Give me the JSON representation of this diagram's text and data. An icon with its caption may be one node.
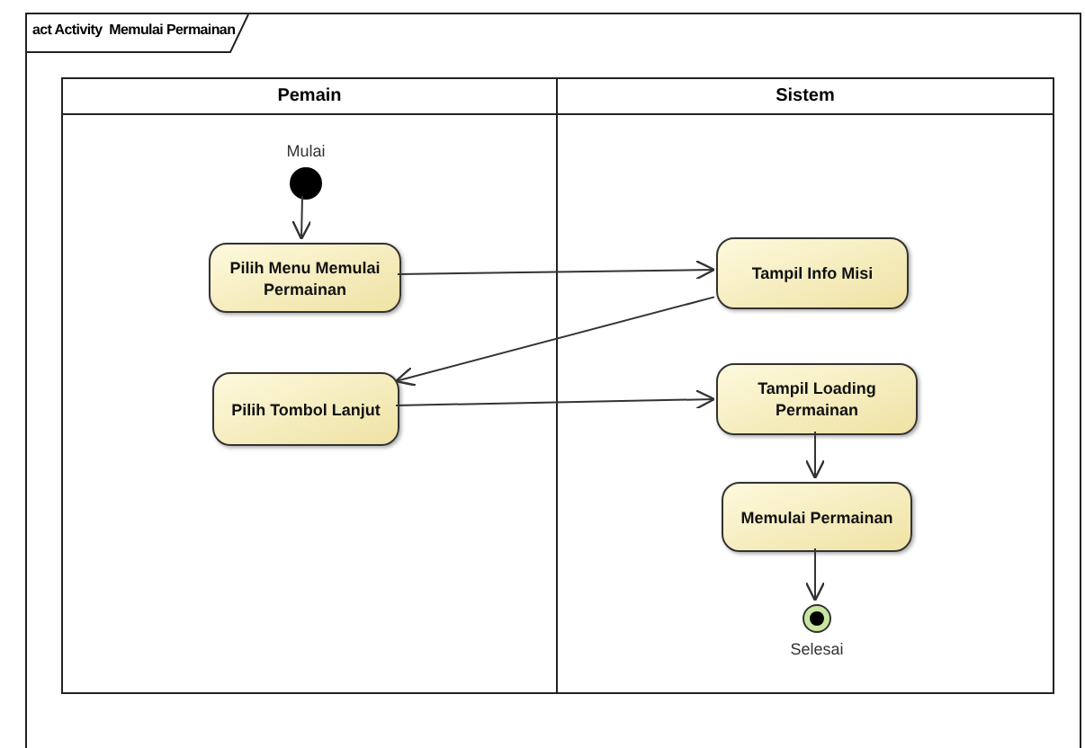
{
  "diagram": {
    "nodes": [
      {
        "text": [
          "act Activity  Memulai Permainan"
        ]
      },
      {
        "text": [
          "Pemain"
        ],
        "in": 0
      },
      {
        "text": [
          "Sistem"
        ],
        "in": 0
      },
      {
        "text": [],
        "shape": "circle",
        "in": 1,
        "beside": [
          "Mulai"
        ]
      },
      {
        "text": [
          "Pilih Menu Memulai Permainan"
        ],
        "in": 1
      },
      {
        "text": [
          "Pilih Tombol Lanjut"
        ],
        "in": 1
      },
      {
        "text": [
          "Tampil Info Misi"
        ],
        "in": 2
      },
      {
        "text": [
          "Tampil Loading Permainan"
        ],
        "in": 2
      },
      {
        "text": [
          "Memulai Permainan"
        ],
        "in": 2
      },
      {
        "text": [],
        "shape": "circle",
        "in": 2,
        "beside": [
          "Selesai"
        ]
      }
    ],
    "edges": [
      {
        "from": 3,
        "to": 4,
        "arrow": "to"
      },
      {
        "from": 4,
        "to": 6,
        "arrow": "to"
      },
      {
        "from": 6,
        "to": 5,
        "arrow": "to"
      },
      {
        "from": 5,
        "to": 7,
        "arrow": "to"
      },
      {
        "from": 7,
        "to": 8,
        "arrow": "to"
      },
      {
        "from": 8,
        "to": 9,
        "arrow": "to"
      }
    ]
  }
}
